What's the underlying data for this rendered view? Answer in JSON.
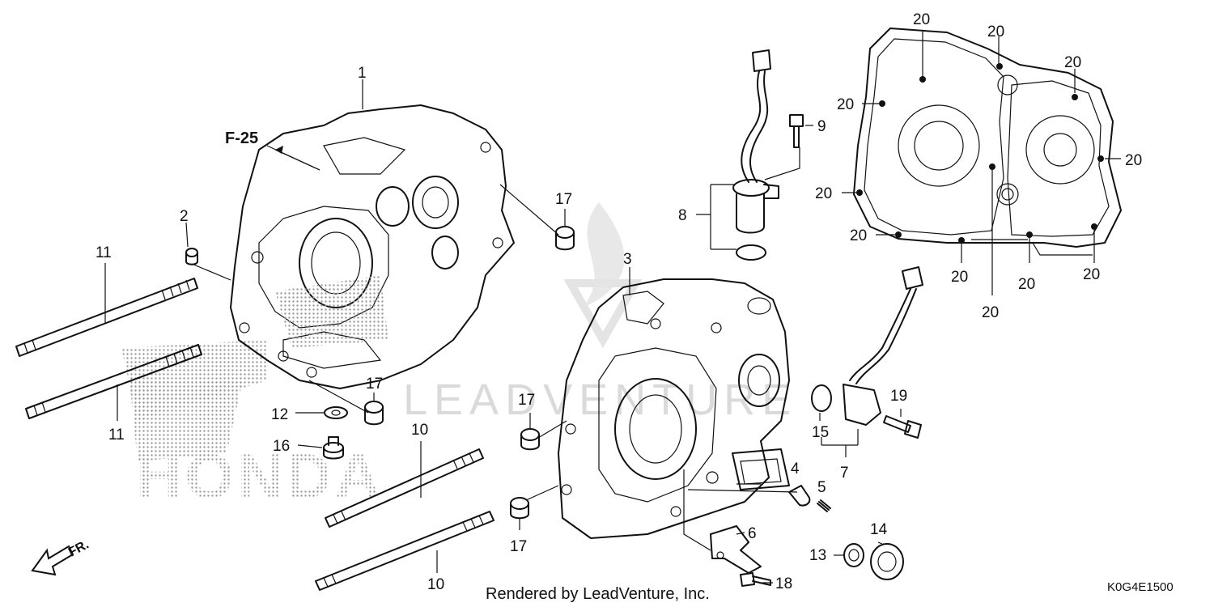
{
  "reference_label": "F-25",
  "direction_label": "FR.",
  "watermark_text": "LEADVENTURE",
  "logo_text": "HONDA",
  "footer_text": "Rendered by LeadVenture, Inc.",
  "diagram_code": "K0G4E1500",
  "callouts": {
    "c1": "1",
    "c2": "2",
    "c3": "3",
    "c4": "4",
    "c5": "5",
    "c6": "6",
    "c7": "7",
    "c8": "8",
    "c9": "9",
    "c10a": "10",
    "c10b": "10",
    "c11a": "11",
    "c11b": "11",
    "c12": "12",
    "c13": "13",
    "c14": "14",
    "c15": "15",
    "c16": "16",
    "c17a": "17",
    "c17b": "17",
    "c17c": "17",
    "c17d": "17",
    "c18": "18",
    "c19": "19",
    "c20a": "20",
    "c20b": "20",
    "c20c": "20",
    "c20d": "20",
    "c20e": "20",
    "c20f": "20",
    "c20g": "20",
    "c20h": "20",
    "c20i": "20",
    "c20j": "20"
  }
}
